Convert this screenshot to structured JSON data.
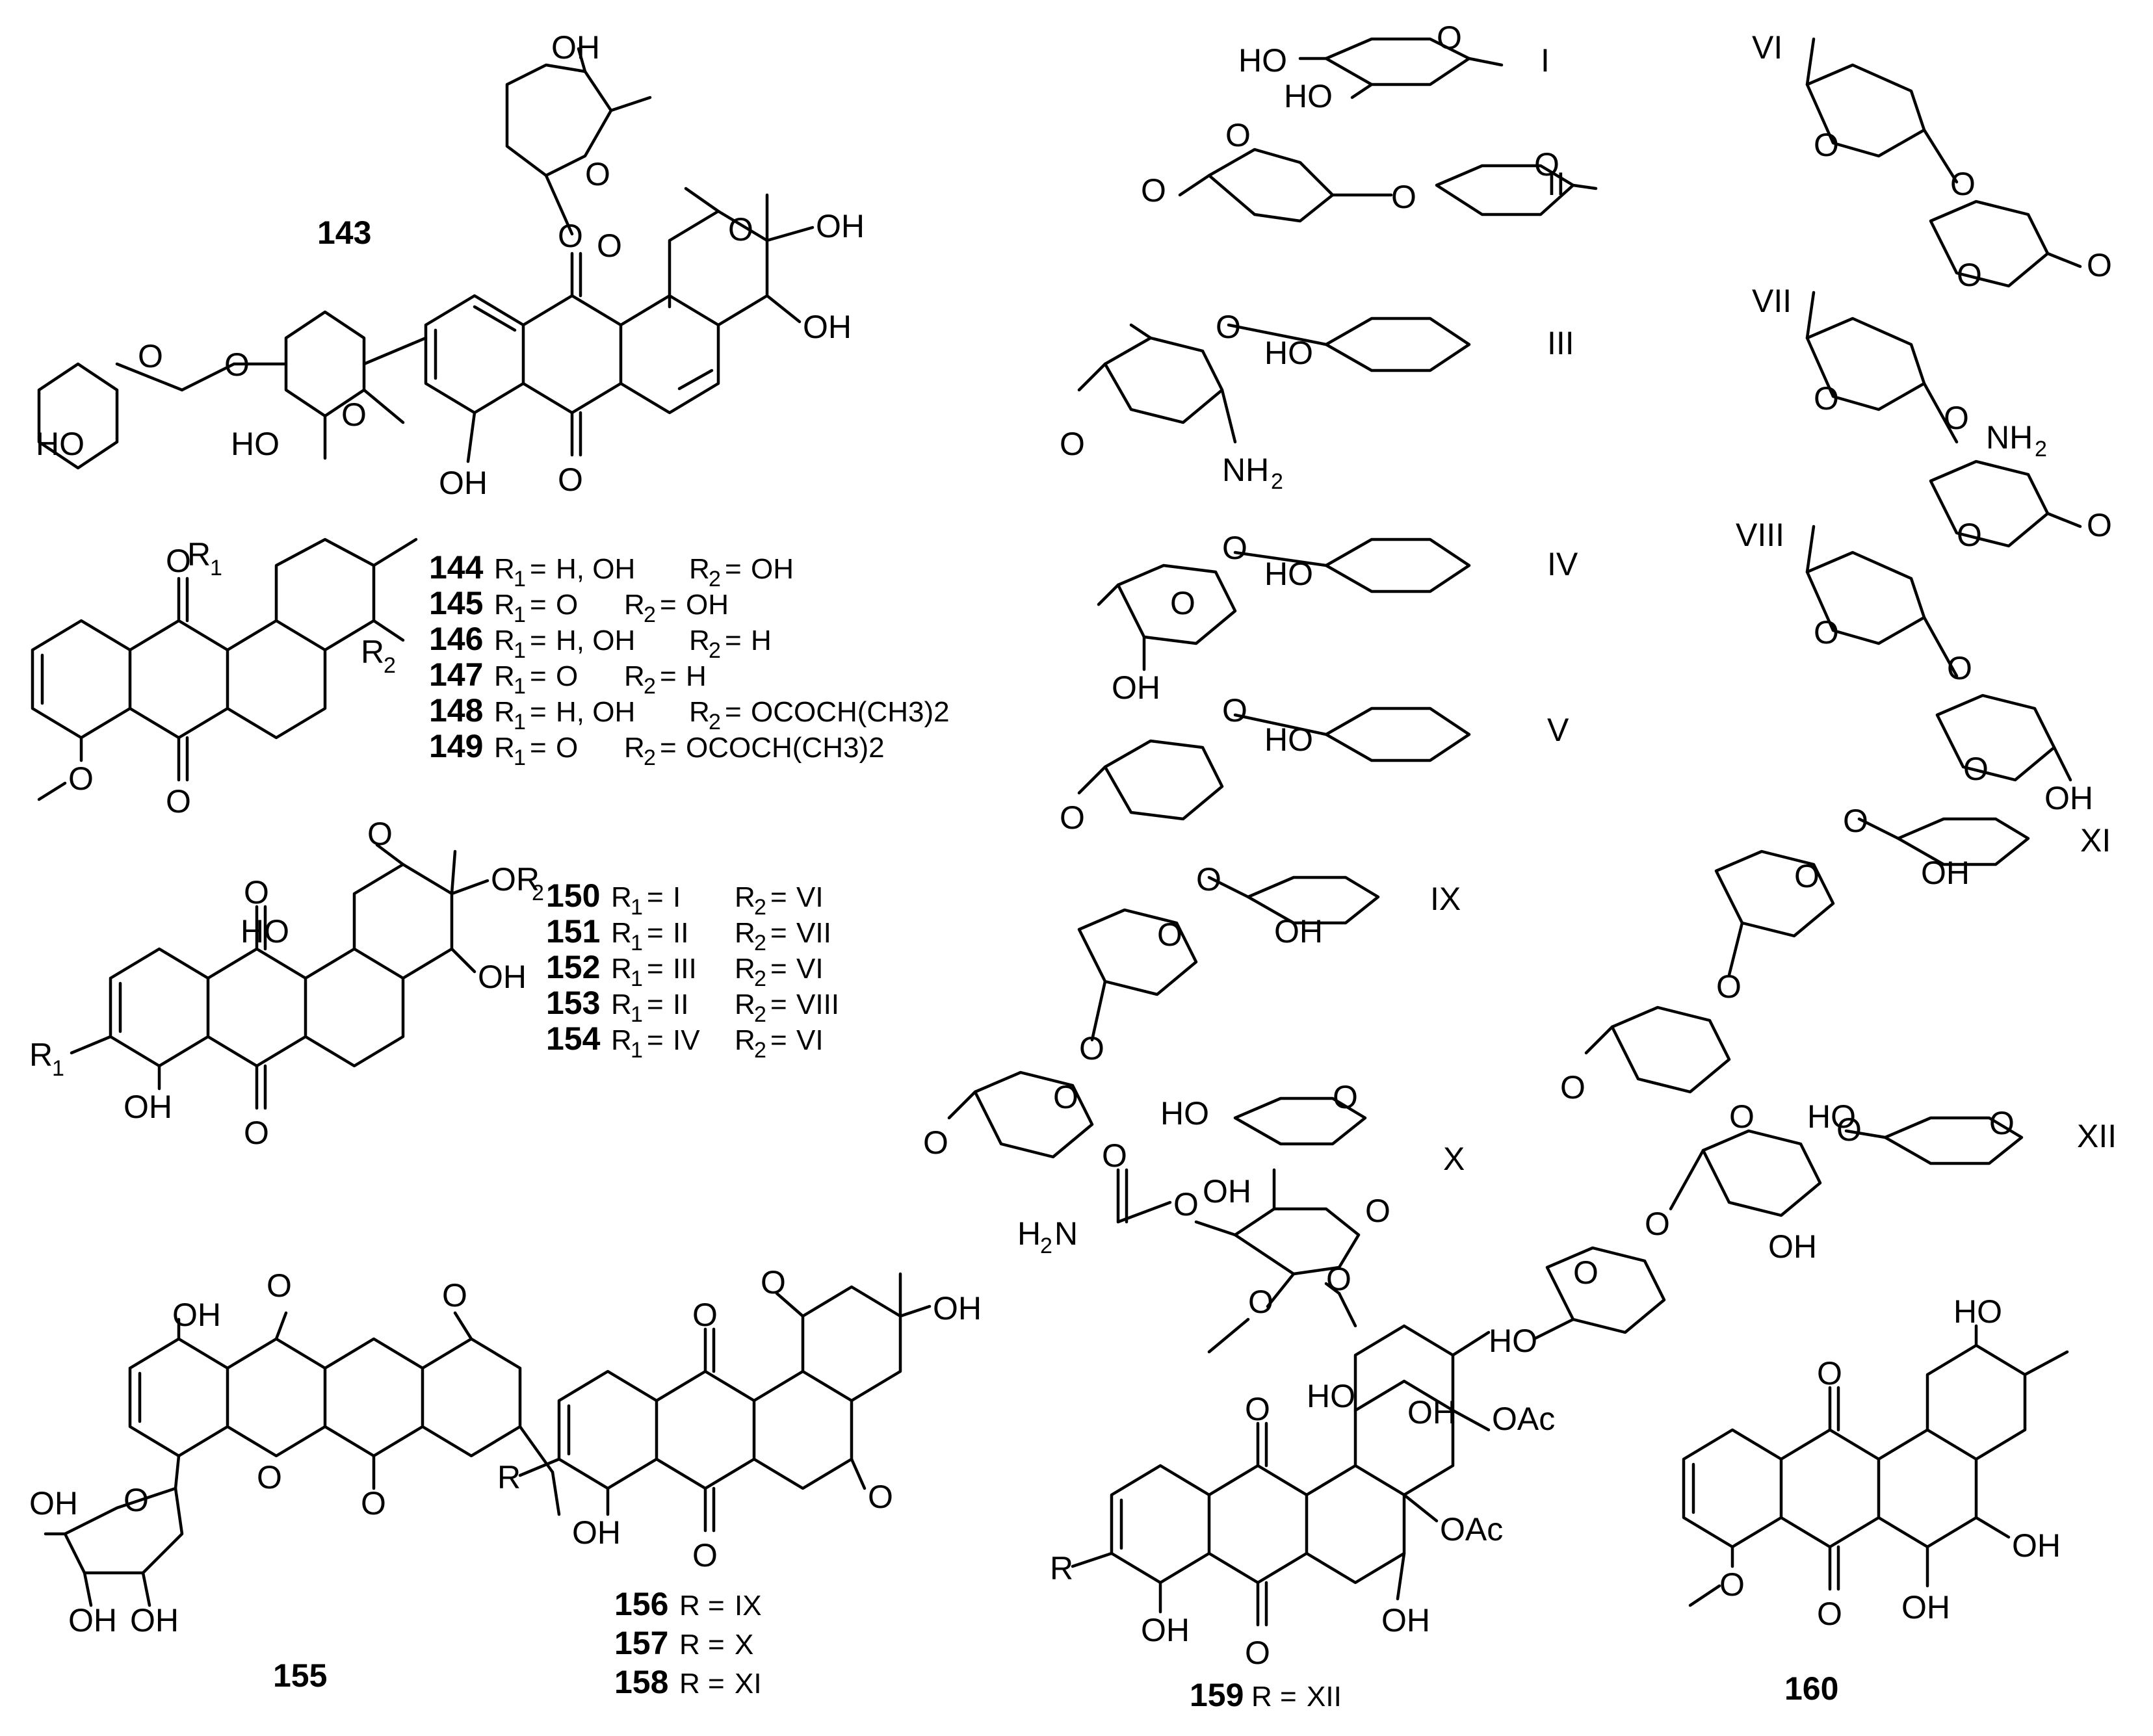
{
  "compounds": {
    "c143": {
      "number": "143"
    },
    "c144_149": {
      "entries": [
        {
          "number": "144",
          "r1": "H, OH",
          "r2": "OH"
        },
        {
          "number": "145",
          "r1": "O",
          "r2": "OH"
        },
        {
          "number": "146",
          "r1": "H, OH",
          "r2": "H"
        },
        {
          "number": "147",
          "r1": "O",
          "r2": "H"
        },
        {
          "number": "148",
          "r1": "H, OH",
          "r2": "OCOCH(CH3)2"
        },
        {
          "number": "149",
          "r1": "O",
          "r2": "OCOCH(CH3)2"
        }
      ]
    },
    "c150_154": {
      "entries": [
        {
          "number": "150",
          "r1": "I",
          "r2": "VI"
        },
        {
          "number": "151",
          "r1": "II",
          "r2": "VII"
        },
        {
          "number": "152",
          "r1": "III",
          "r2": "VI"
        },
        {
          "number": "153",
          "r1": "II",
          "r2": "VIII"
        },
        {
          "number": "154",
          "r1": "IV",
          "r2": "VI"
        }
      ]
    },
    "c155": {
      "number": "155"
    },
    "c156_158": {
      "entries": [
        {
          "number": "156",
          "r": "IX"
        },
        {
          "number": "157",
          "r": "X"
        },
        {
          "number": "158",
          "r": "XI"
        }
      ]
    },
    "c159": {
      "number": "159",
      "r": "XII"
    },
    "c160": {
      "number": "160"
    }
  },
  "sugar_labels": [
    "I",
    "II",
    "III",
    "IV",
    "V",
    "VI",
    "VII",
    "VIII",
    "IX",
    "X",
    "XI",
    "XII"
  ],
  "atom_labels": {
    "oh": "OH",
    "ho": "HO",
    "o": "O",
    "nh2": "NH",
    "h2n": "H",
    "ome": "O",
    "r": "R",
    "r1": "R",
    "r2": "R",
    "oac": "OAc",
    "or2": "OR",
    "ho_dot": "HO"
  }
}
